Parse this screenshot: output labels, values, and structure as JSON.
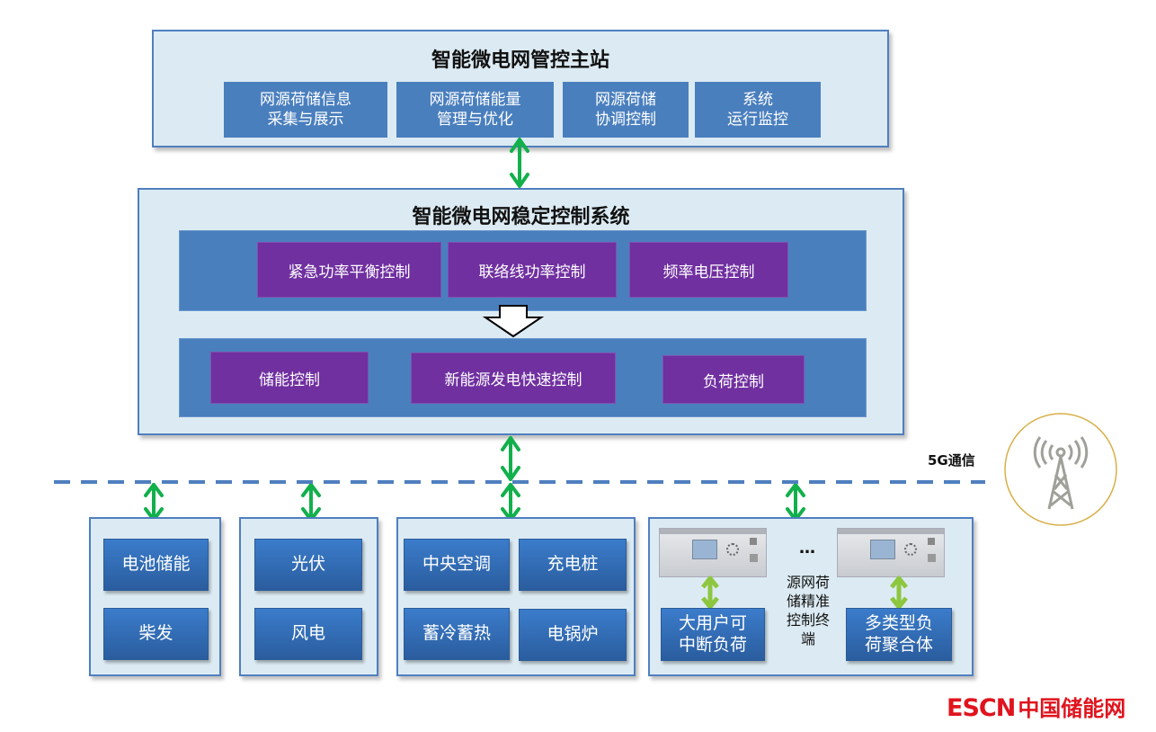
{
  "master_station": {
    "title": "智能微电网管控主站",
    "modules": [
      {
        "line1": "网源荷储信息",
        "line2": "采集与展示"
      },
      {
        "line1": "网源荷储能量",
        "line2": "管理与优化"
      },
      {
        "line1": "网源荷储",
        "line2": "协调控制"
      },
      {
        "line1": "系统",
        "line2": "运行监控"
      }
    ]
  },
  "stability_system": {
    "title": "智能微电网稳定控制系统",
    "upper_controls": [
      "紧急功率平衡控制",
      "联络线功率控制",
      "频率电压控制"
    ],
    "lower_controls": [
      "储能控制",
      "新能源发电快速控制",
      "负荷控制"
    ]
  },
  "communication": {
    "label": "5G通信"
  },
  "resource_groups": {
    "group1": [
      "电池储能",
      "柴发"
    ],
    "group2": [
      "光伏",
      "风电"
    ],
    "group3": [
      "中央空调",
      "充电桩",
      "蓄冷蓄热",
      "电锅炉"
    ],
    "group4": {
      "left": {
        "line1": "大用户可",
        "line2": "中断负荷"
      },
      "right": {
        "line1": "多类型负",
        "line2": "荷聚合体"
      },
      "ellipsis": "…",
      "terminal_label": [
        "源网荷",
        "储精准",
        "控制终",
        "端"
      ]
    }
  },
  "watermark": {
    "latin": "ESCN",
    "chinese": "中国储能网",
    "color": "#e0141e"
  },
  "colors": {
    "arrow_green": "#12b04b",
    "light_green": "#8dc63f",
    "purple": "#7030a0",
    "blue": "#4a7fbe"
  }
}
